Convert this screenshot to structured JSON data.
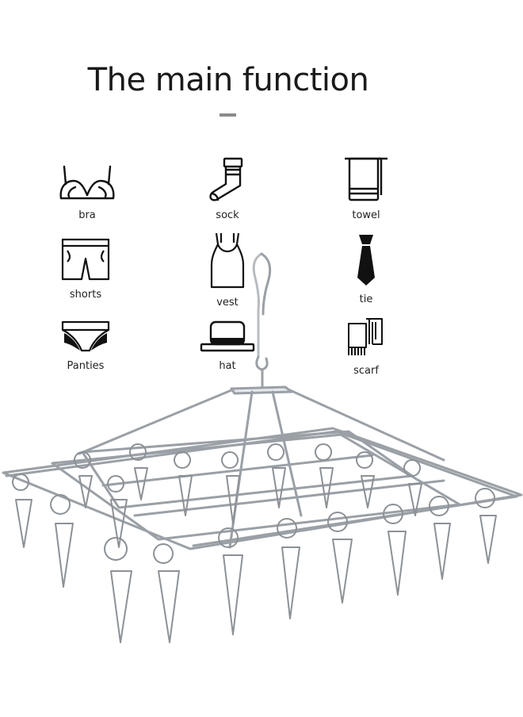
{
  "title": "The main function",
  "colors": {
    "text": "#1a1a1a",
    "rule": "#8a8a8a",
    "steel": "#9aa0a6"
  },
  "items": [
    {
      "label": "bra",
      "icon": "bra-icon"
    },
    {
      "label": "sock",
      "icon": "sock-icon"
    },
    {
      "label": "towel",
      "icon": "towel-icon"
    },
    {
      "label": "shorts",
      "icon": "shorts-icon"
    },
    {
      "label": "vest",
      "icon": "vest-icon"
    },
    {
      "label": "tie",
      "icon": "tie-icon"
    },
    {
      "label": "Panties",
      "icon": "panties-icon"
    },
    {
      "label": "hat",
      "icon": "hat-icon"
    },
    {
      "label": "scarf",
      "icon": "scarf-icon"
    }
  ]
}
